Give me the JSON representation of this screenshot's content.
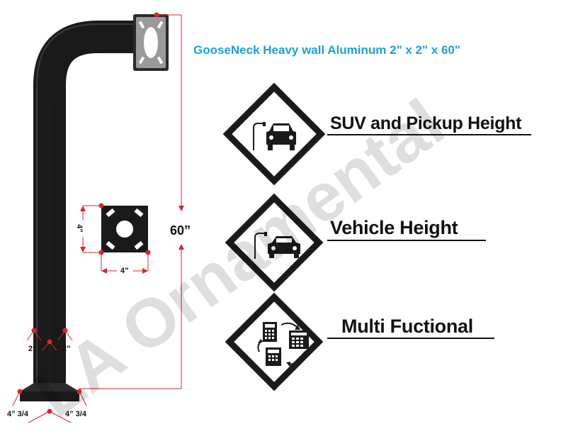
{
  "title": "GooseNeck Heavy wall Aluminum 2\" x 2\" x 60\"",
  "features": [
    {
      "label": "SUV and Pickup Height",
      "icon": "suv-icon"
    },
    {
      "label": "Vehicle Height",
      "icon": "car-icon"
    },
    {
      "label": "Multi Fuctional",
      "icon": "keypads-cycle-icon"
    }
  ],
  "dimensions": {
    "height": "60”",
    "plate_width": "4”",
    "plate_height": "4”",
    "post_left": "2”",
    "post_right": "2”",
    "base_left": "4” 3/4",
    "base_right": "4” 3/4"
  },
  "watermark": "LA Ornamental",
  "colors": {
    "title": "#1ba0e0",
    "post": "#1a1a1a",
    "dimension_line": "#d9262c",
    "text": "#111111"
  }
}
